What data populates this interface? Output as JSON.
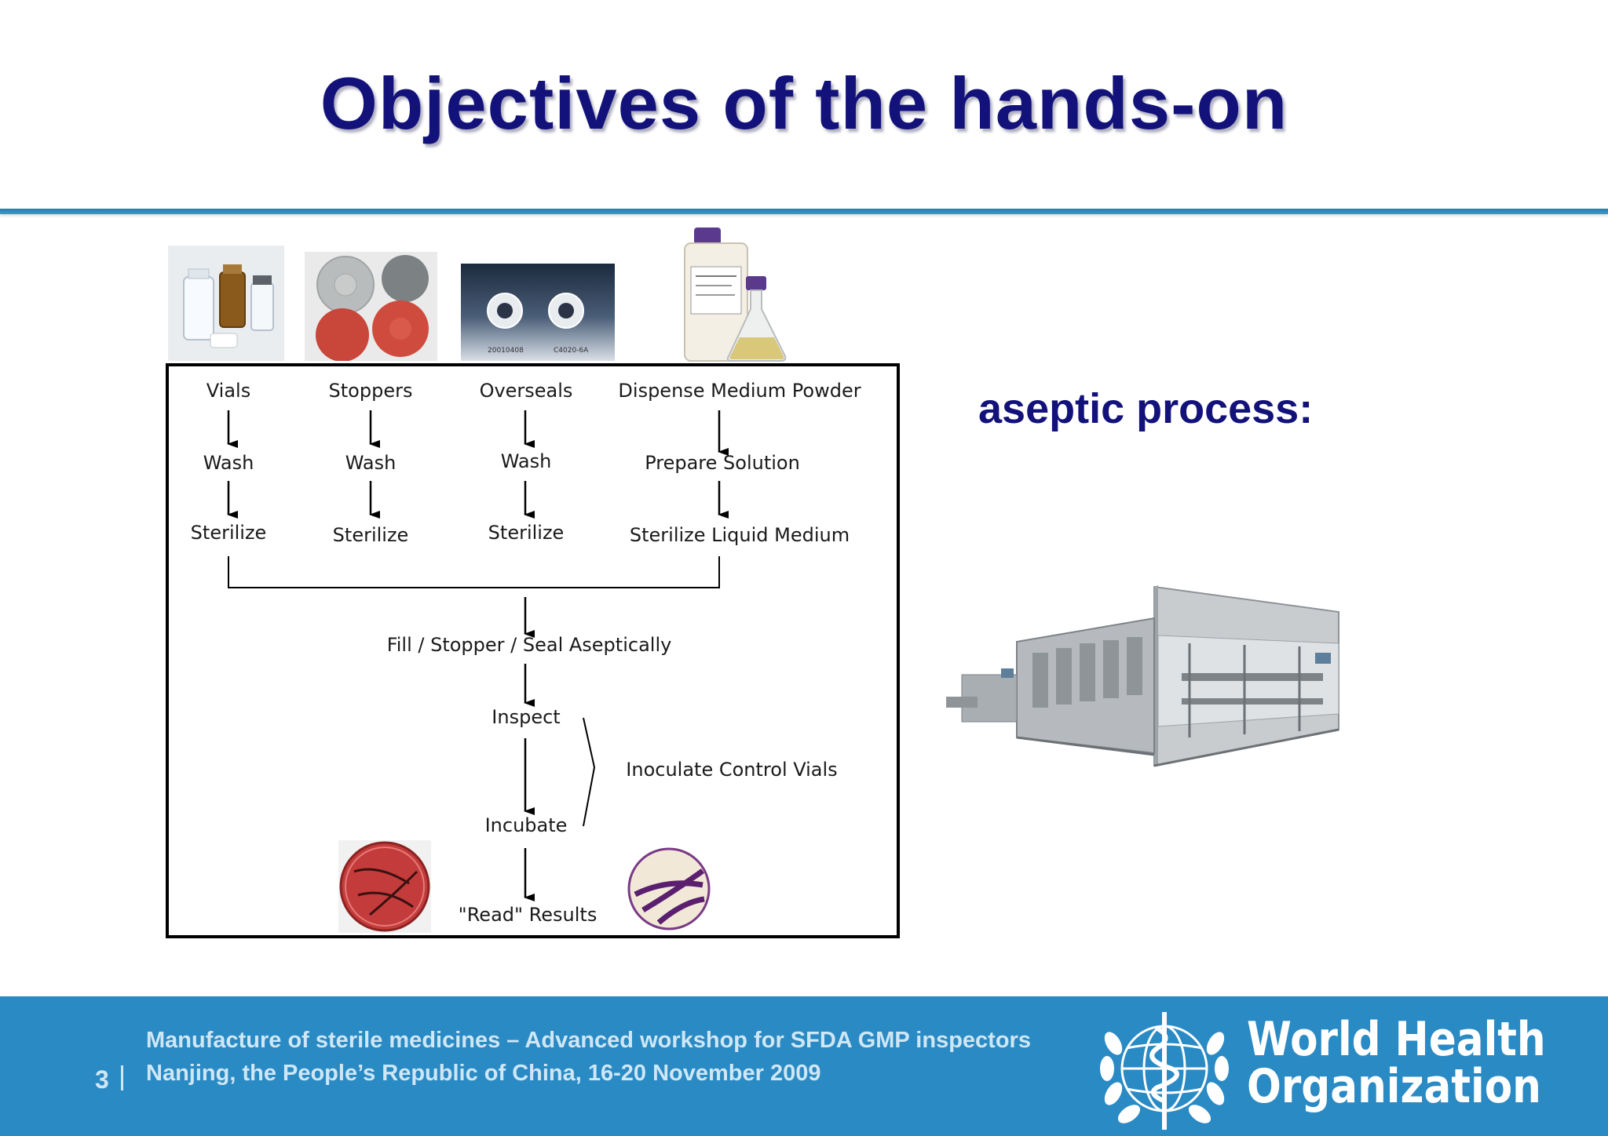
{
  "slide": {
    "title": "Objectives of the hands-on",
    "side_label": "aseptic process:"
  },
  "flowchart": {
    "columns": [
      {
        "start": "Vials",
        "mid": "Wash",
        "end": "Sterilize"
      },
      {
        "start": "Stoppers",
        "mid": "Wash",
        "end": "Sterilize"
      },
      {
        "start": "Overseals",
        "mid": "Wash",
        "end": "Sterilize"
      },
      {
        "start": "Dispense Medium Powder",
        "mid": "Prepare Solution",
        "end": "Sterilize Liquid Medium"
      }
    ],
    "fill": "Fill / Stopper / Seal Aseptically",
    "inspect": "Inspect",
    "incubate": "Incubate",
    "read": "\"Read\" Results",
    "inoculate": "Inoculate Control Vials"
  },
  "images": {
    "overseal_caption_left": "20010408",
    "overseal_caption_right": "C4020-6A"
  },
  "footer": {
    "line1": "Manufacture of sterile medicines – Advanced workshop for SFDA GMP inspectors",
    "line2": "Nanjing, the People’s Republic of China, 16-20 November 2009",
    "page_number": "3",
    "org_line1": "World Health",
    "org_line2": "Organization"
  }
}
